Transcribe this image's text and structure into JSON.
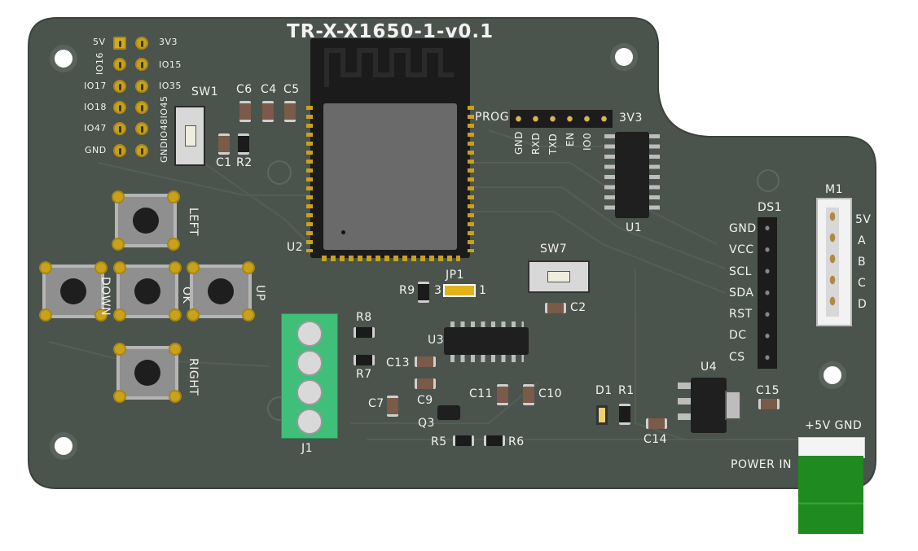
{
  "board": {
    "title": "TR-X-X1650-1-v0.1",
    "colors": {
      "pcb": "#4b534d",
      "silk": "#f2f2f2",
      "gold": "#c9a21a",
      "terminal": "#3fbf7a",
      "power_connector": "#1f8a1f"
    }
  },
  "header_left": {
    "left_labels": [
      "5V",
      "IO16",
      "IO17",
      "IO18",
      "IO47",
      "GND"
    ],
    "right_labels": [
      "3V3",
      "IO15",
      "IO35",
      "IO45",
      "IO48",
      "GND"
    ],
    "vertical_label": "GNDIO48IO45"
  },
  "components": {
    "sw1": "SW1",
    "c6": "C6",
    "c4": "C4",
    "c5": "C5",
    "c1": "C1",
    "r2": "R2",
    "u2": "U2",
    "u1": "U1",
    "u3": "U3",
    "u4": "U4",
    "sw7": "SW7",
    "jp1": "JP1",
    "jp1_pin3": "3",
    "jp1_pin1": "1",
    "r9": "R9",
    "c2": "C2",
    "r8": "R8",
    "r7": "R7",
    "c13": "C13",
    "c9": "C9",
    "c7": "C7",
    "c11": "C11",
    "c10": "C10",
    "q3": "Q3",
    "r5": "R5",
    "r6": "R6",
    "d1": "D1",
    "r1": "R1",
    "c14": "C14",
    "c15": "C15",
    "j1": "J1",
    "ds1": "DS1",
    "m1": "M1"
  },
  "prog_header": {
    "label": "PROG",
    "right_label": "3V3",
    "pins": [
      "GND",
      "RXD",
      "TXD",
      "EN",
      "IO0"
    ]
  },
  "buttons": {
    "left": "LEFT",
    "down": "DOWN",
    "ok": "OK",
    "up": "UP",
    "right": "RIGHT"
  },
  "display_pins": [
    "GND",
    "VCC",
    "SCL",
    "SDA",
    "RST",
    "DC",
    "CS"
  ],
  "encoder_pins": [
    "5V",
    "A",
    "B",
    "C",
    "D"
  ],
  "power": {
    "pins_label": "+5V GND",
    "label": "POWER IN"
  }
}
